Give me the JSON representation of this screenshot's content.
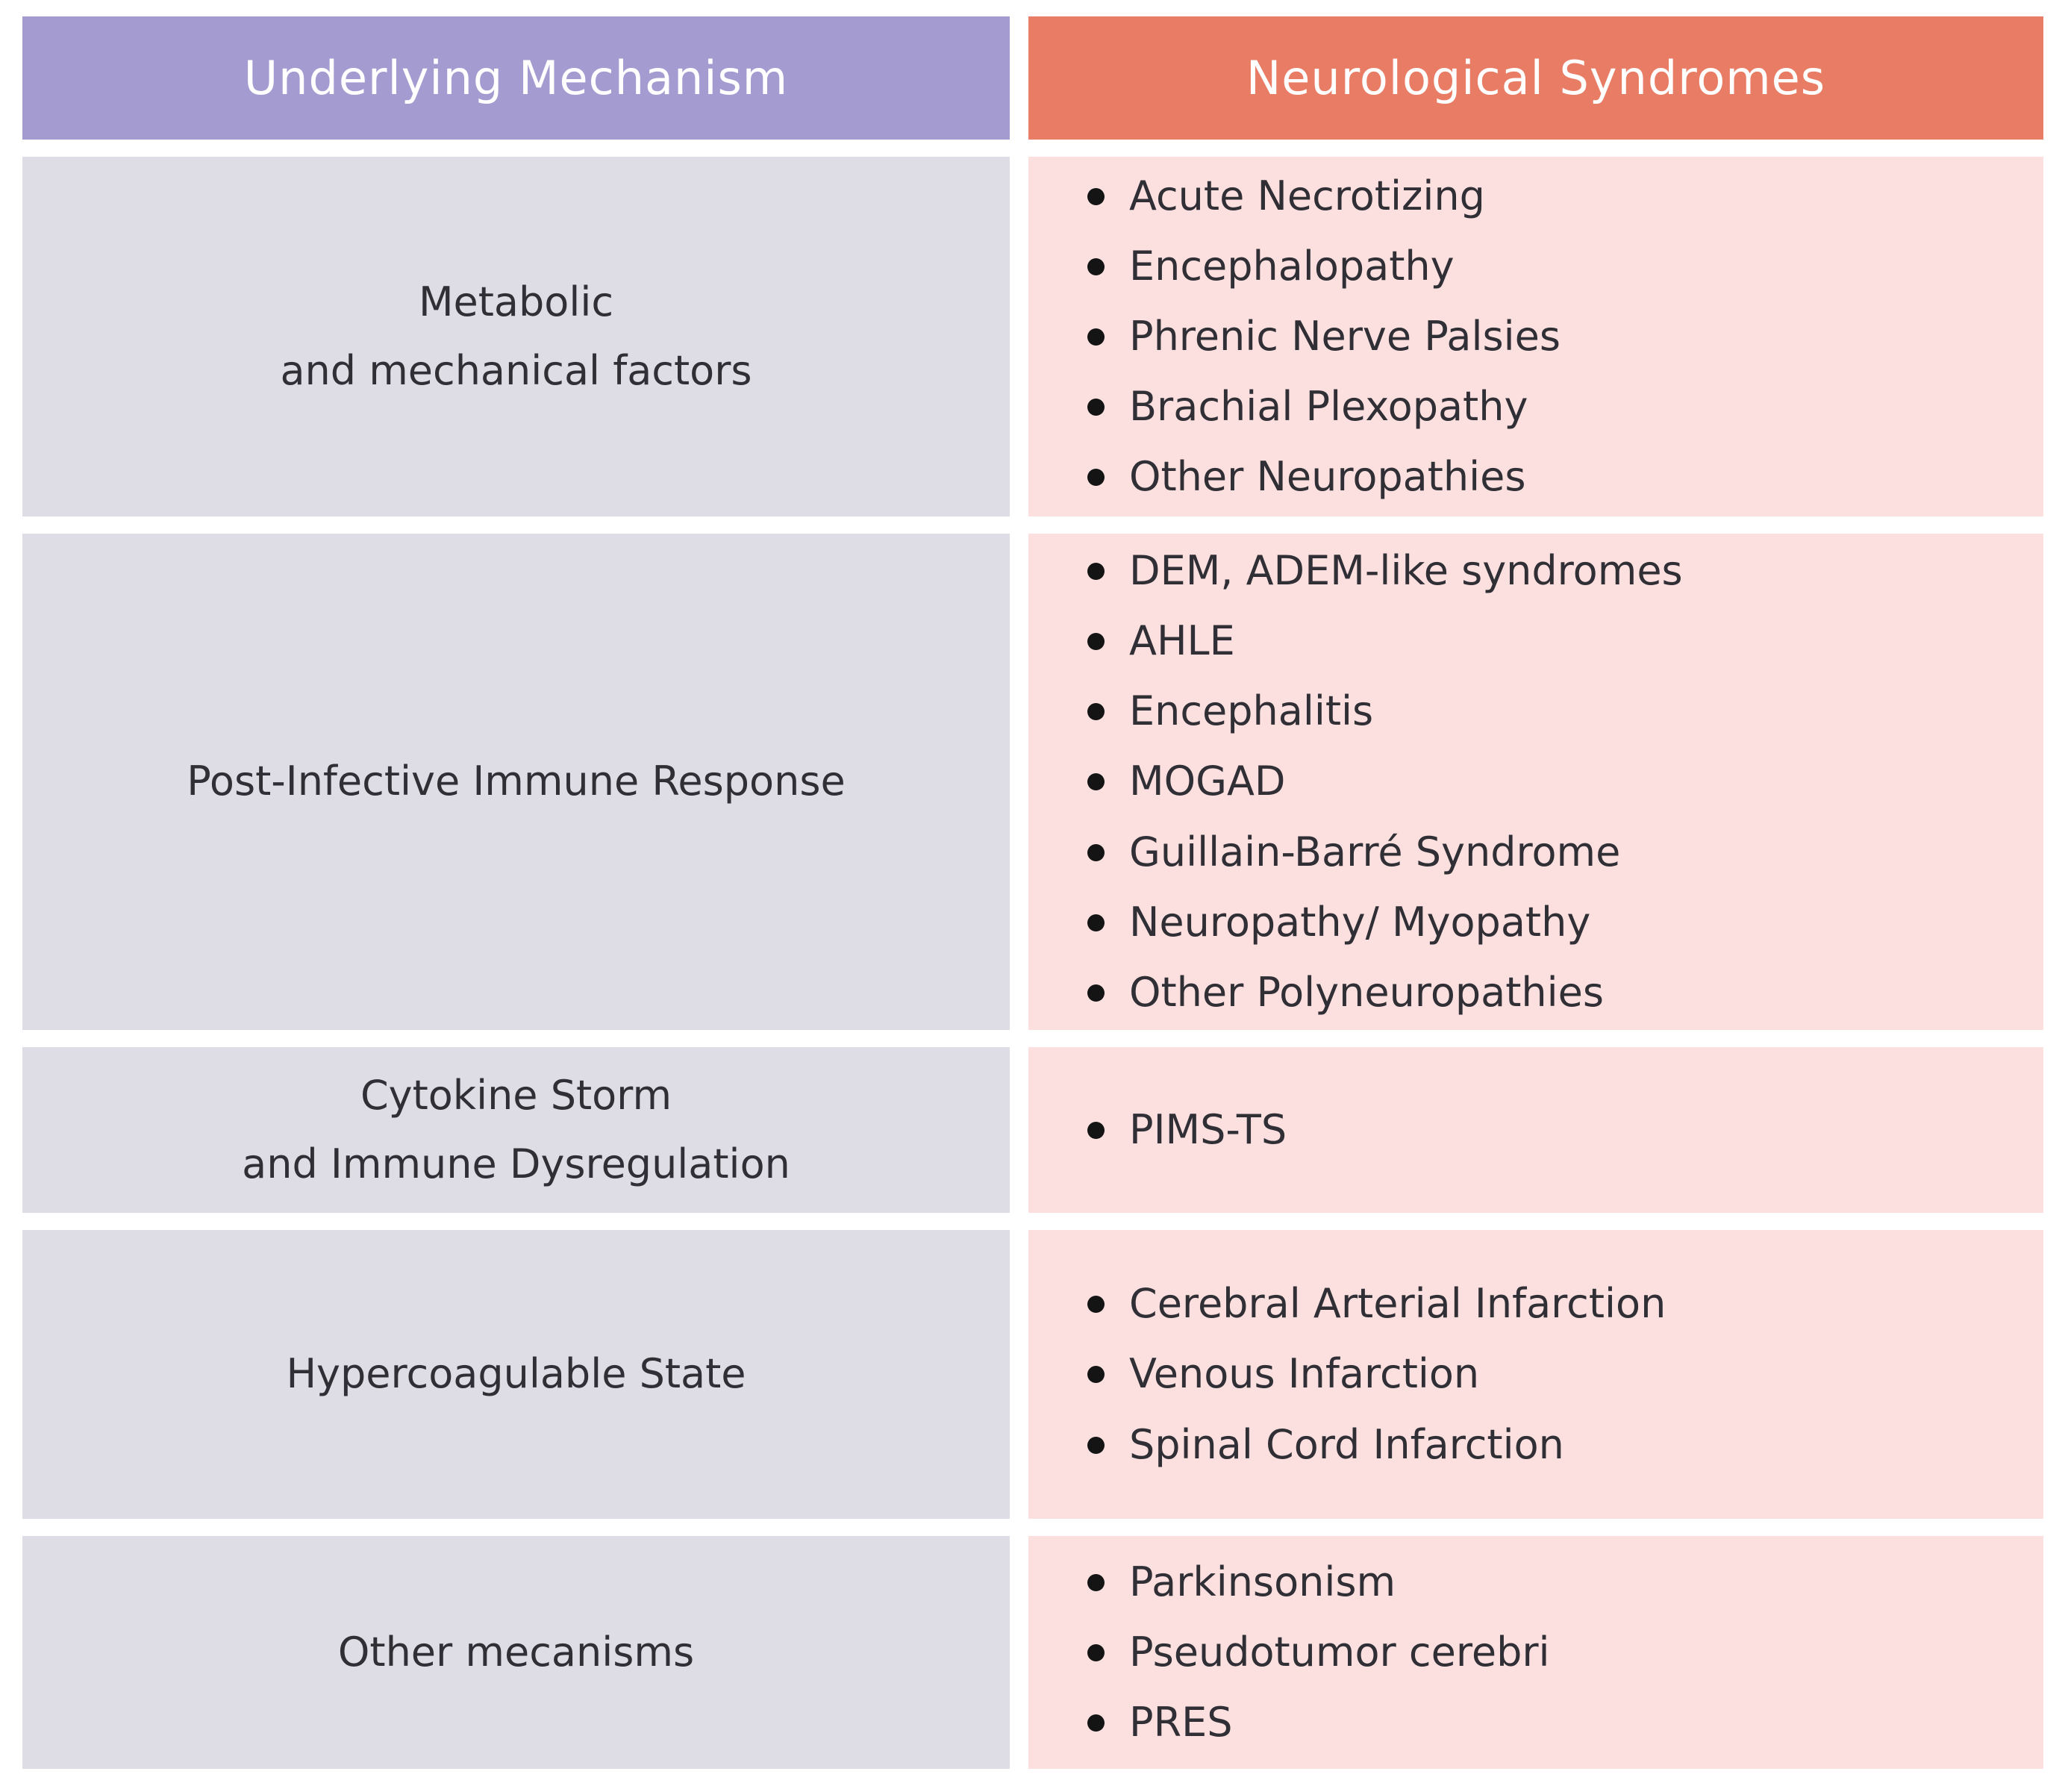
{
  "colors": {
    "mechanism_header_bg": "#a49cd1",
    "syndromes_header_bg": "#e87c64",
    "mechanism_cell_bg": "#dedde6",
    "syndromes_cell_bg": "#fce0e0",
    "header_text": "#ffffff",
    "body_text": "#2f2f35",
    "bullet": "#141414",
    "page_bg": "#ffffff"
  },
  "table": {
    "columns": [
      {
        "id": "mechanism",
        "label": "Underlying Mechanism"
      },
      {
        "id": "syndromes",
        "label": "Neurological Syndromes"
      }
    ],
    "rows": [
      {
        "mechanism_lines": [
          "Metabolic",
          "and mechanical factors"
        ],
        "syndromes": [
          "Acute Necrotizing",
          "Encephalopathy",
          "Phrenic Nerve Palsies",
          "Brachial Plexopathy",
          "Other Neuropathies"
        ]
      },
      {
        "mechanism_lines": [
          "Post-Infective Immune Response"
        ],
        "syndromes": [
          "DEM, ADEM-like syndromes",
          "AHLE",
          "Encephalitis",
          "MOGAD",
          "Guillain-Barré Syndrome",
          "Neuropathy/ Myopathy",
          "Other Polyneuropathies"
        ]
      },
      {
        "mechanism_lines": [
          "Cytokine Storm",
          "and Immune Dysregulation"
        ],
        "syndromes": [
          "PIMS-TS"
        ]
      },
      {
        "mechanism_lines": [
          "Hypercoagulable State"
        ],
        "syndromes": [
          "Cerebral Arterial Infarction",
          "Venous Infarction",
          "Spinal Cord Infarction"
        ]
      },
      {
        "mechanism_lines": [
          "Other mecanisms"
        ],
        "syndromes": [
          "Parkinsonism",
          "Pseudotumor cerebri",
          "PRES"
        ]
      }
    ]
  }
}
